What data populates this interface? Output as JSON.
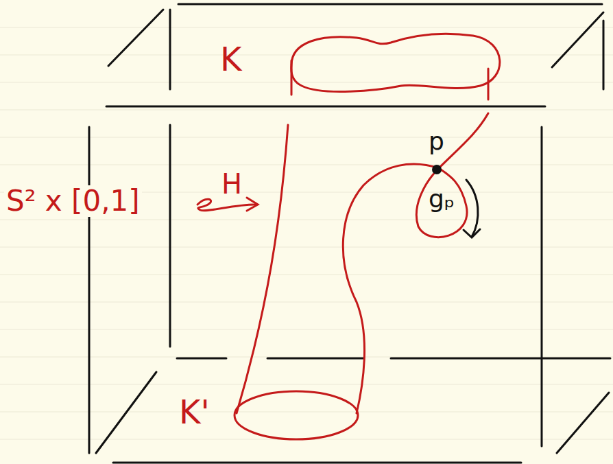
{
  "diagram": {
    "labels": [
      "K",
      "S² x [0,1]",
      "H",
      "p",
      "gₚ",
      "K'"
    ]
  }
}
